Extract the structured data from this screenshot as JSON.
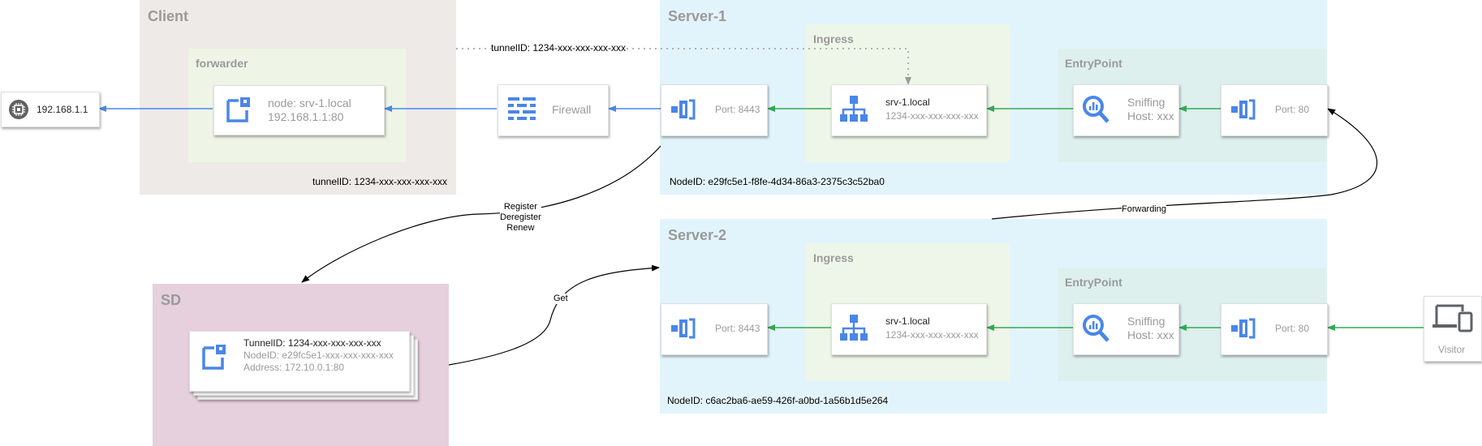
{
  "zones": {
    "client": {
      "title": "Client",
      "sub_title": "forwarder",
      "tunnel_label": "tunnelID: 1234-xxx-xxx-xxx-xxx"
    },
    "server1": {
      "title": "Server-1",
      "ingress_title": "Ingress",
      "entry_title": "EntryPoint",
      "node_label": "NodeID: e29fc5e1-f8fe-4d34-86a3-2375c3c52ba0"
    },
    "server2": {
      "title": "Server-2",
      "ingress_title": "Ingress",
      "entry_title": "EntryPoint",
      "node_label": "NodeID: c6ac2ba6-ae59-426f-a0bd-1a56b1d5e264"
    },
    "sd": {
      "title": "SD"
    }
  },
  "nodes": {
    "host": {
      "label": "192.168.1.1",
      "icon": "chip-icon"
    },
    "forwarder_node": {
      "line1": "node: srv-1.local",
      "line2": "192.168.1.1:80",
      "icon": "service-box-icon"
    },
    "firewall": {
      "label": "Firewall",
      "icon": "firewall-icon"
    },
    "s1_port8443": {
      "label": "Port: 8443",
      "icon": "port-icon"
    },
    "s1_ingress": {
      "line1": "srv-1.local",
      "line2": "1234-xxx-xxx-xxx-xxx",
      "icon": "load-balancer-icon"
    },
    "s1_sniffing": {
      "line1": "Sniffing",
      "line2": "Host: xxx",
      "icon": "magnifier-icon"
    },
    "s1_port80": {
      "label": "Port: 80",
      "icon": "port-icon"
    },
    "s2_port8443": {
      "label": "Port: 8443",
      "icon": "port-icon"
    },
    "s2_ingress": {
      "line1": "srv-1.local",
      "line2": "1234-xxx-xxx-xxx-xxx",
      "icon": "load-balancer-icon"
    },
    "s2_sniffing": {
      "line1": "Sniffing",
      "line2": "Host: xxx",
      "icon": "magnifier-icon"
    },
    "s2_port80": {
      "label": "Port: 80",
      "icon": "port-icon"
    },
    "visitor": {
      "label": "Visitor",
      "icon": "devices-icon"
    },
    "sd_record": {
      "line1": "TunnelID: 1234-xxx-xxx-xxx-xxx",
      "line2": "NodeID: e29fc5e1-xxx-xxx-xxx-xxx",
      "line3": "Address: 172.10.0.1:80",
      "icon": "service-box-icon"
    }
  },
  "edge_labels": {
    "tunnel_top": "tunnelID: 1234-xxx-xxx-xxx-xxx",
    "register": [
      "Register",
      "Deregister",
      "Renew"
    ],
    "get": "Get",
    "forwarding": "Forwarding"
  },
  "colors": {
    "client_bg": "#eeeae8",
    "forwarder_bg": "#eef5e6",
    "server_bg": "#e2f4fb",
    "ingress_bg": "#eef6e9",
    "entry_bg": "#ddf0ee",
    "sd_bg": "#e6d0dd",
    "blue_arrow": "#4a86e8",
    "green_arrow": "#34a853",
    "icon_blue": "#4a86e8"
  }
}
